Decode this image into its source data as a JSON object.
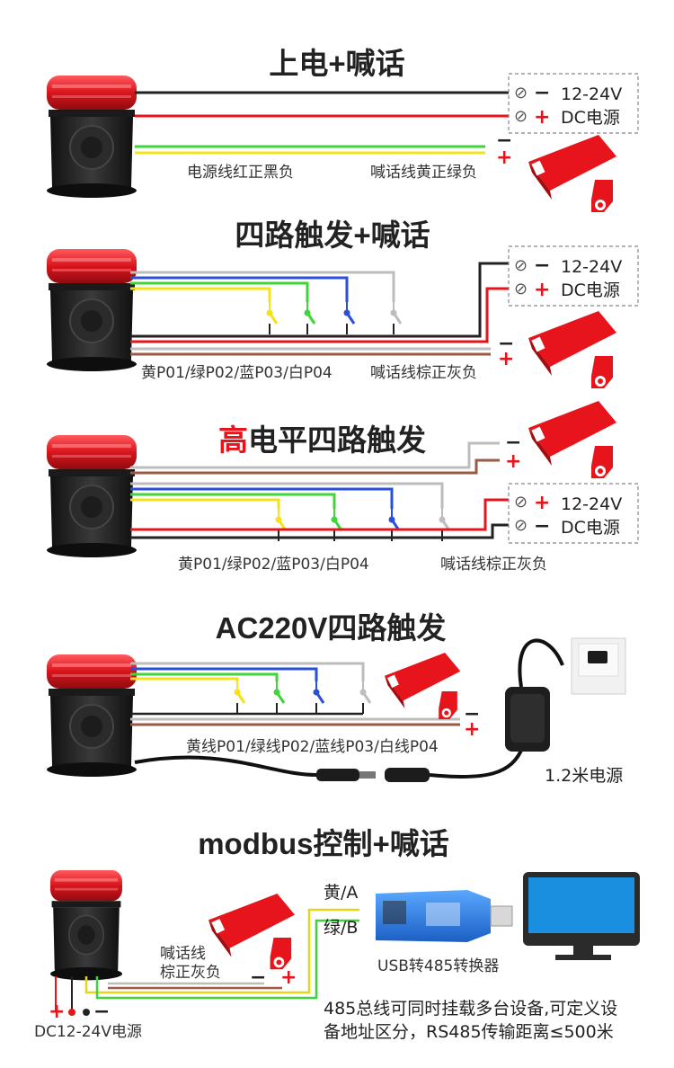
{
  "colors": {
    "red": "#e8141b",
    "black": "#222222",
    "yellow": "#f5e21a",
    "green": "#3fd53a",
    "blue": "#2a4fd8",
    "white_wire": "#bdbdbd",
    "brown": "#9a5a44",
    "screen": "#1a8fe0"
  },
  "icons": [
    "alarm-light-icon",
    "camera-icon",
    "switch-icon",
    "power-adapter-icon",
    "wall-socket-icon",
    "usb-converter-icon",
    "monitor-icon"
  ],
  "sections": {
    "s1": {
      "title": "上电+喊话",
      "pw_neg": "12-24V",
      "pw_pos": "DC电源",
      "left_caption": "电源线红正黑负",
      "right_caption": "喊话线黄正绿负",
      "minus": "−",
      "plus": "+"
    },
    "s2": {
      "title": "四路触发+喊话",
      "pw_neg": "12-24V",
      "pw_pos": "DC电源",
      "left_caption": "黄P01/绿P02/蓝P03/白P04",
      "right_caption": "喊话线棕正灰负",
      "minus": "−",
      "plus": "+"
    },
    "s3": {
      "title_hl": "高",
      "title_rest": "电平四路触发",
      "pw_pos": "12-24V",
      "pw_neg": "DC电源",
      "left_caption": "黄P01/绿P02/蓝P03/白P04",
      "right_caption": "喊话线棕正灰负",
      "minus": "−",
      "plus": "+"
    },
    "s4": {
      "title": "AC220V四路触发",
      "caption": "黄线P01/绿线P02/蓝线P03/白线P04",
      "adapter_caption": "1.2米电源",
      "minus": "−",
      "plus": "+"
    },
    "s5": {
      "title": "modbus控制+喊话",
      "wire_a": "黄/A",
      "wire_b": "绿/B",
      "speak_1": "喊话线",
      "speak_2": "棕正灰负",
      "converter": "USB转485转换器",
      "power": "DC12-24V电源",
      "note_1": "485总线可同时挂载多台设备,可定义设",
      "note_2": "备地址区分，RS485传输距离≤500米",
      "minus": "−",
      "plus": "+"
    }
  }
}
